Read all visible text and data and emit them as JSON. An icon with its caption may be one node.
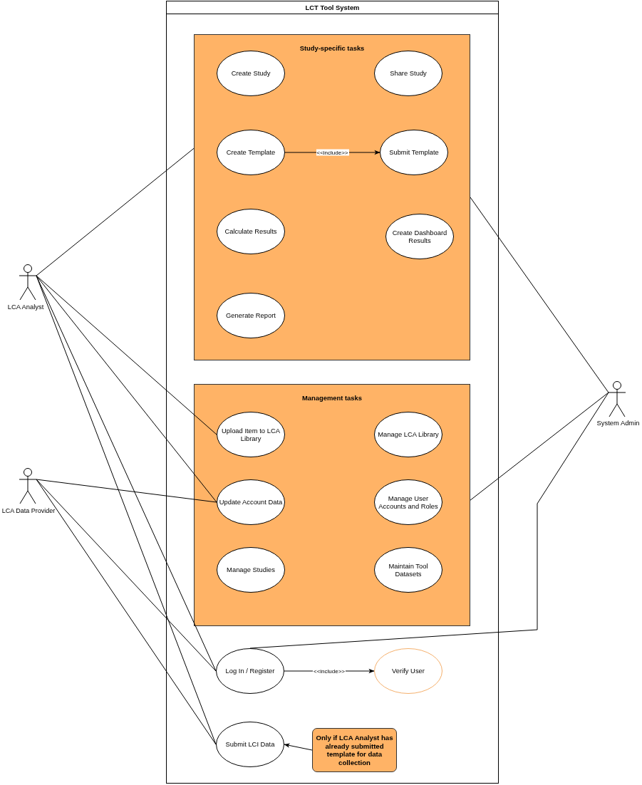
{
  "diagram": {
    "nodes": [
      {
        "text": [
          "LCT Tool System"
        ]
      },
      {
        "text": [
          "Study-specific tasks"
        ],
        "in": 0
      },
      {
        "text": [
          "Create Study"
        ],
        "in": 1
      },
      {
        "text": [
          "Share Study"
        ],
        "in": 1
      },
      {
        "text": [
          "Create Template"
        ],
        "in": 1
      },
      {
        "text": [
          "Submit Template"
        ],
        "in": 1
      },
      {
        "text": [
          "Calculate Results"
        ],
        "in": 1
      },
      {
        "text": [
          "Create Dashboard Results"
        ],
        "in": 1
      },
      {
        "text": [
          "Generate Report"
        ],
        "in": 1
      },
      {
        "text": [
          "Management tasks"
        ],
        "in": 0
      },
      {
        "text": [
          "Upload Item to LCA Library"
        ],
        "in": 9
      },
      {
        "text": [
          "Manage LCA Library"
        ],
        "in": 9
      },
      {
        "text": [
          "Update Account Data"
        ],
        "in": 9
      },
      {
        "text": [
          "Manage User Accounts and Roles"
        ],
        "in": 9
      },
      {
        "text": [
          "Manage Studies"
        ],
        "in": 9
      },
      {
        "text": [
          "Maintain Tool Datasets"
        ],
        "in": 9
      },
      {
        "text": [
          "Log In / Register"
        ],
        "in": 0
      },
      {
        "text": [
          "Verify User"
        ],
        "in": 0
      },
      {
        "text": [
          "Submit LCI Data"
        ],
        "in": 0
      },
      {
        "text": [
          "Only if LCA Analyst has already submitted template for data collection"
        ],
        "in": 0
      },
      {
        "text": [
          "LCA Analyst"
        ]
      },
      {
        "text": [
          "LCA Data Provider"
        ]
      },
      {
        "text": [
          "System Admin"
        ]
      }
    ],
    "edges": [
      {
        "from": 20,
        "to": 1,
        "arrow": "none"
      },
      {
        "from": 20,
        "to": 10,
        "arrow": "none"
      },
      {
        "from": 20,
        "to": 12,
        "arrow": "none"
      },
      {
        "from": 20,
        "to": 16,
        "arrow": "none"
      },
      {
        "from": 20,
        "to": 18,
        "arrow": "none"
      },
      {
        "from": 21,
        "to": 12,
        "arrow": "none"
      },
      {
        "from": 21,
        "to": 16,
        "arrow": "none"
      },
      {
        "from": 21,
        "to": 18,
        "arrow": "none"
      },
      {
        "from": 22,
        "to": 1,
        "arrow": "none"
      },
      {
        "from": 22,
        "to": 9,
        "arrow": "none"
      },
      {
        "from": 22,
        "to": 16,
        "arrow": "none"
      },
      {
        "from": 4,
        "to": 5,
        "arrow": "to",
        "label": "<<include>>"
      },
      {
        "from": 16,
        "to": 17,
        "arrow": "to",
        "label": "<<include>>"
      },
      {
        "from": 19,
        "to": 18,
        "arrow": "to"
      }
    ]
  }
}
